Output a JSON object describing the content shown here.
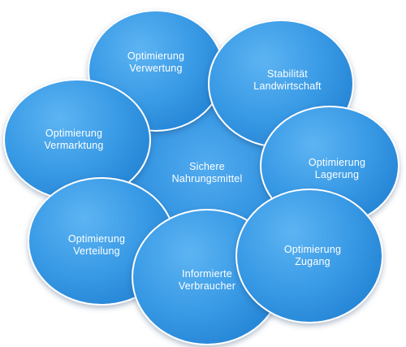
{
  "diagram": {
    "center": {
      "label": "Sichere\nNahrungsmittel"
    },
    "nodes": [
      {
        "id": "verwertung",
        "label": "Optimierung\nVerwertung"
      },
      {
        "id": "stabilitaet",
        "label": "Stabilität\nLandwirtschaft"
      },
      {
        "id": "lagerung",
        "label": "Optimierung\nLagerung"
      },
      {
        "id": "zugang",
        "label": "Optimierung\nZugang"
      },
      {
        "id": "verbraucher",
        "label": "Informierte\nVerbraucher"
      },
      {
        "id": "verteilung",
        "label": "Optimierung\nVerteilung"
      },
      {
        "id": "vermarktung",
        "label": "Optimierung\nVermarktung"
      }
    ],
    "colors": {
      "circle_fill": "#3a9be6",
      "circle_border": "#ffffff",
      "text": "#ffffff"
    }
  }
}
